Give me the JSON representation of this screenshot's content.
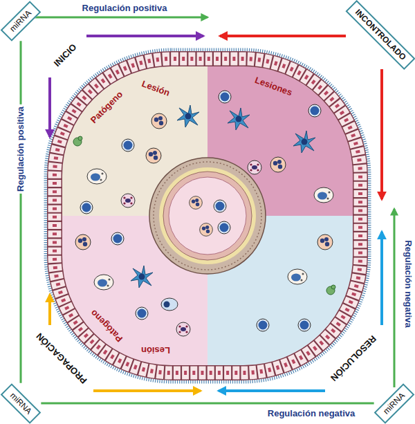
{
  "diagram": {
    "nodes": [
      {
        "text": [
          "miRNA"
        ]
      },
      {
        "text": [
          "INCONTROLADO"
        ]
      },
      {
        "text": [
          "miRNA"
        ]
      },
      {
        "text": [
          "miRNA"
        ]
      }
    ],
    "edges": [
      {
        "from": 2,
        "to": 0,
        "arrow": "none",
        "label": "Regulación positiva"
      },
      {
        "from": 2,
        "to": 3,
        "arrow": "none",
        "label": "Regulación negativa"
      }
    ],
    "labels": [
      "Regulación positiva",
      "Regulación negativa",
      "INICIO",
      "PROPAGACIÓN",
      "RESOLUCIÓN",
      "Patógeno",
      "Lesión",
      "Lesiones",
      "Patógeno",
      "Lesión"
    ]
  }
}
